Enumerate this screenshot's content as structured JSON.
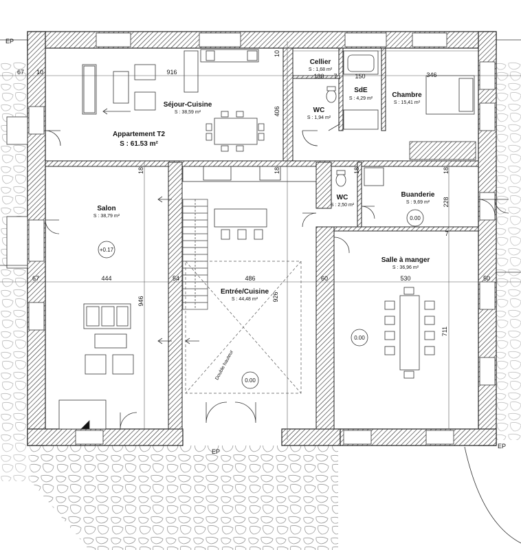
{
  "plan": {
    "apartment": {
      "name": "Appartement T2",
      "area": "S : 61.53 m²"
    },
    "rooms": [
      {
        "id": "sejour-cuisine",
        "name": "Séjour-Cuisine",
        "area": "S : 38,59 m²"
      },
      {
        "id": "cellier",
        "name": "Cellier",
        "area": "S : 1,68 m²"
      },
      {
        "id": "sde",
        "name": "SdE",
        "area": "S : 4,29 m²"
      },
      {
        "id": "wc-upper",
        "name": "WC",
        "area": "S : 1,94 m²"
      },
      {
        "id": "chambre",
        "name": "Chambre",
        "area": "S : 15,41 m²"
      },
      {
        "id": "salon",
        "name": "Salon",
        "area": "S : 38,79 m²"
      },
      {
        "id": "wc-lower",
        "name": "WC",
        "area": "S : 2,50 m²"
      },
      {
        "id": "buanderie",
        "name": "Buanderie",
        "area": "S : 9,69 m²"
      },
      {
        "id": "entree-cuisine",
        "name": "Entrée/Cuisine",
        "area": "S : 44,48 m²"
      },
      {
        "id": "salle-a-manger",
        "name": "Salle à manger",
        "area": "S : 36,96 m²"
      }
    ],
    "dimensions": {
      "d67_top": "67",
      "d10_top": "10",
      "d916": "916",
      "d10_mid": "10",
      "d130": "130",
      "d7_top": "7",
      "d150": "150",
      "d346": "346",
      "d406": "406",
      "d18_a": "18",
      "d18_b": "18",
      "d18_c": "18",
      "d18_d": "18",
      "d228": "228",
      "d7_mid": "7",
      "d67_bottom": "67",
      "d444": "444",
      "d54": "54",
      "d486": "486",
      "d60": "60",
      "d530": "530",
      "d50": "50",
      "d946": "946",
      "d926": "926",
      "d711": "711"
    },
    "levels": {
      "salon": "+0.17",
      "buanderie": "0.00",
      "salle": "0.00",
      "entree": "0.00"
    },
    "labels": {
      "ep_top": "EP",
      "ep_bottom": "EP",
      "ep_right": "EP",
      "double_hauteur": "Double hauteur"
    },
    "colors": {
      "wall": "#2a2a2a",
      "hatch": "#555555",
      "dim": "#444444"
    }
  }
}
